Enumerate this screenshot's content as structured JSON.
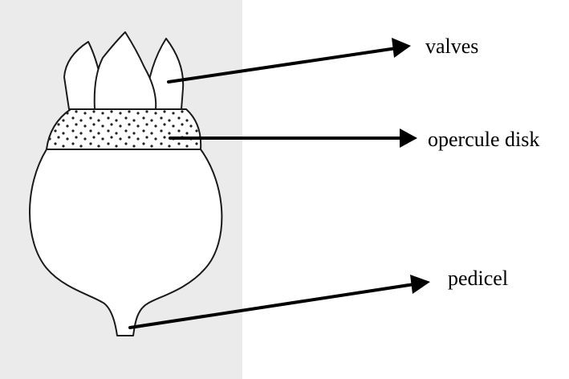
{
  "labels": {
    "valves": "valves",
    "opercule_disk": "opercule disk",
    "pedicel": "pedicel"
  },
  "colors": {
    "scan_background": "#ebebeb",
    "ink": "#000000"
  }
}
